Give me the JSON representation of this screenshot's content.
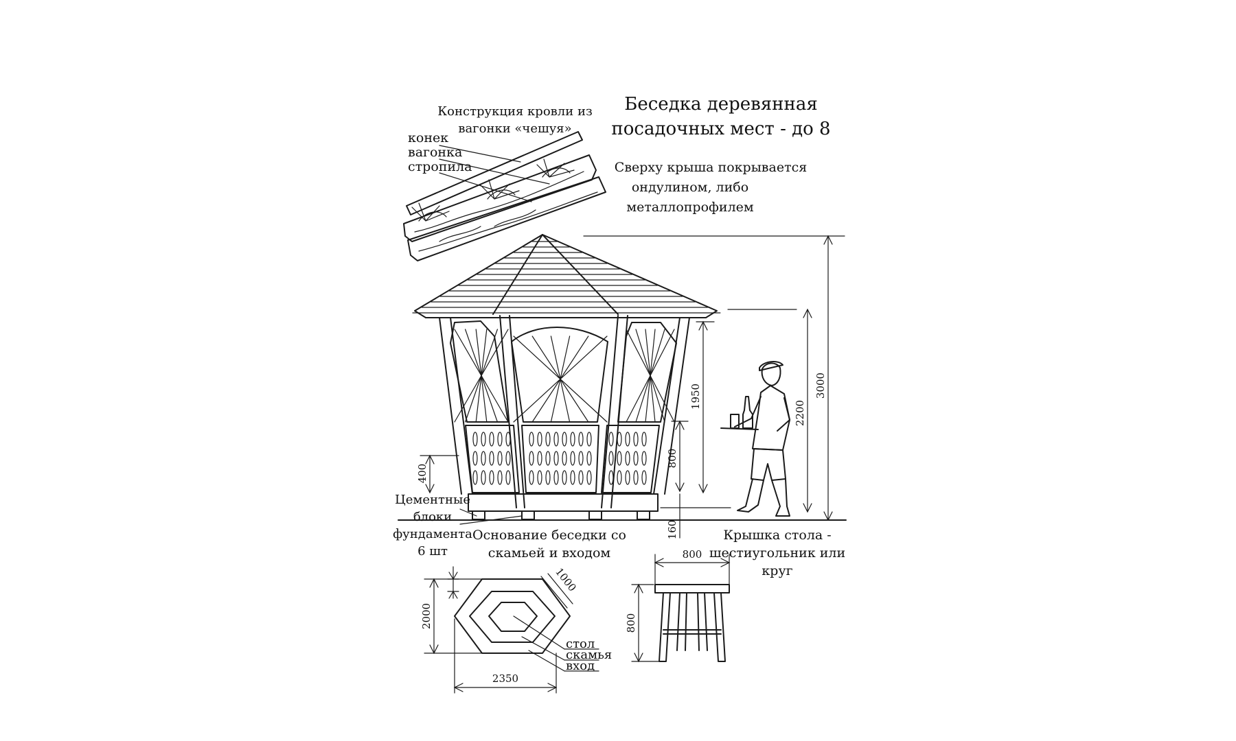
{
  "title": {
    "line1": "Беседка деревянная",
    "line2": "посадочных мест - до 8"
  },
  "roof_construction": {
    "caption_line1": "Конструкция кровли из",
    "caption_line2": "вагонки «чешуя»",
    "labels": [
      "конек",
      "вагонка",
      "стропила"
    ]
  },
  "roof_covering": {
    "line1": "Сверху крыша покрывается",
    "line2": "ондулином, либо",
    "line3": "металлопрофилем"
  },
  "dimensions": {
    "total_height": "3000",
    "person_height": "2200",
    "opening_height": "1950",
    "rail_height": "800",
    "foundation_height": "160",
    "bench_height": "400",
    "base_size": "2000",
    "base_width": "2350",
    "bench_depth": "1000",
    "table_width": "800",
    "table_height": "800"
  },
  "foundation": {
    "line1": "Цементные",
    "line2": "блоки",
    "line3": "фундамента",
    "line4": "6 шт"
  },
  "base_plan": {
    "caption_line1": "Основание беседки со",
    "caption_line2": "скамьей и входом",
    "labels": [
      "стол",
      "скамья",
      "вход"
    ]
  },
  "table_top": {
    "line1": "Крышка стола -",
    "line2": "шестиугольник или",
    "line3": "круг"
  }
}
